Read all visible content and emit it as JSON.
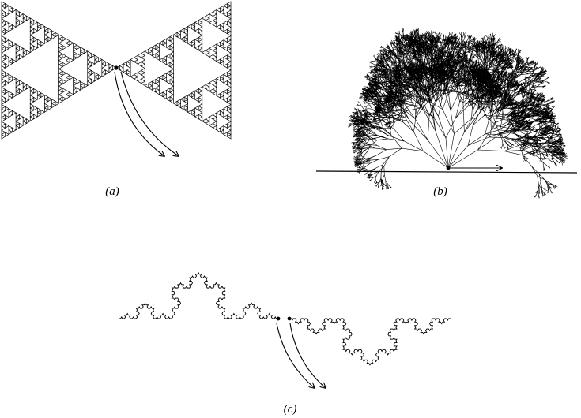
{
  "panels": [
    {
      "id": "a",
      "caption": "(a)",
      "fractal": "sierpinski-triangle-pair"
    },
    {
      "id": "b",
      "caption": "(b)",
      "fractal": "branching-tree-on-ground-line"
    },
    {
      "id": "c",
      "caption": "(c)",
      "fractal": "koch-curve-pair"
    }
  ],
  "colors": {
    "ink": "#000000",
    "background": "#ffffff"
  }
}
